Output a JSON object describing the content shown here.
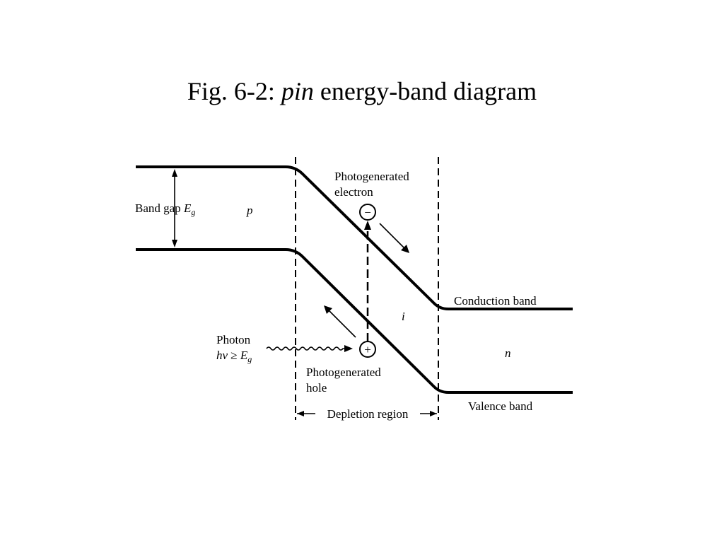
{
  "title": {
    "prefix": "Fig. 6-2: ",
    "italic": "pin",
    "suffix": " energy-band diagram"
  },
  "labels": {
    "band_gap": "Band gap",
    "band_gap_symbol": "E",
    "band_gap_sub": "g",
    "p_region": "p",
    "i_region": "i",
    "n_region": "n",
    "photo_electron_line1": "Photogenerated",
    "photo_electron_line2": "electron",
    "photo_hole_line1": "Photogenerated",
    "photo_hole_line2": "hole",
    "photon_line1": "Photon",
    "photon_hv": "hν",
    "photon_geq": " ≥ ",
    "photon_E": "E",
    "photon_sub": "g",
    "conduction_band": "Conduction band",
    "valence_band": "Valence band",
    "depletion_region": "Depletion region",
    "electron_sign": "−",
    "hole_sign": "+"
  }
}
